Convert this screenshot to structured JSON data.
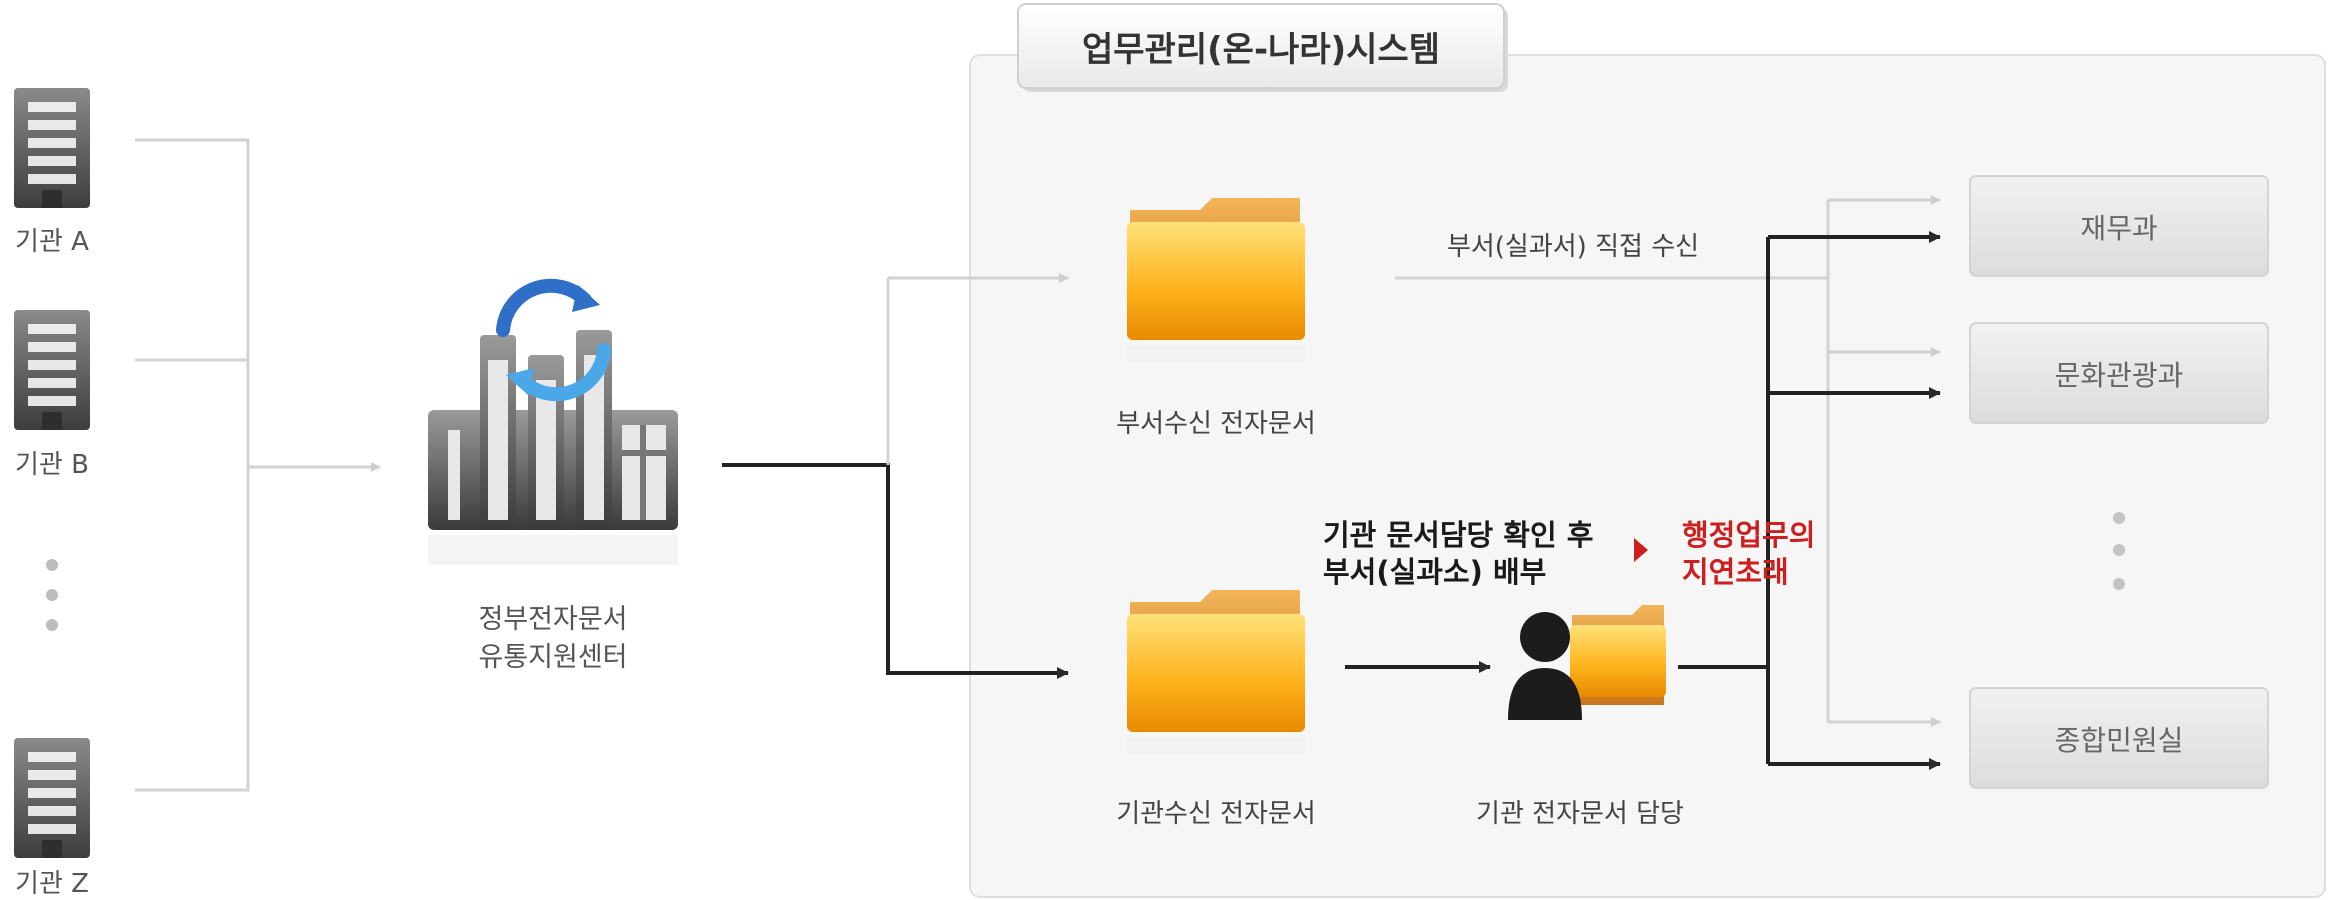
{
  "agencies": [
    {
      "label": "기관 A"
    },
    {
      "label": "기관 B"
    },
    {
      "label": "기관 Z"
    }
  ],
  "hub": {
    "line1": "정부전자문서",
    "line2": "유통지원센터"
  },
  "system": {
    "title": "업무관리(온-나라)시스템"
  },
  "folders": {
    "dept_label": "부서수신 전자문서",
    "agency_label": "기관수신 전자문서",
    "officer_label": "기관 전자문서 담당"
  },
  "flows": {
    "direct_label": "부서(실과서) 직접 수신",
    "confirm_line1": "기관 문서담당 확인 후",
    "confirm_line2": "부서(실과소) 배부",
    "delay_line1": "행정업무의",
    "delay_line2": "지연초래"
  },
  "departments": [
    {
      "label": "재무과"
    },
    {
      "label": "문화관광과"
    },
    {
      "label": "종합민원실"
    }
  ],
  "colors": {
    "delay_text": "#cc1f1f",
    "folder": "#f5a623",
    "building": "#555555"
  }
}
